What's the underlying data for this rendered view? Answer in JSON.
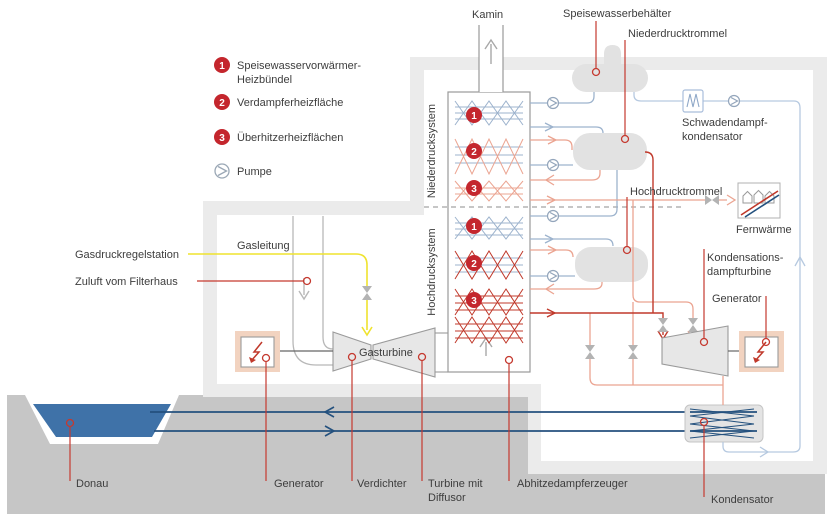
{
  "title": "GuD-Kraftwerk Schema (combined cycle power plant diagram)",
  "legend": {
    "items": [
      {
        "num": "1",
        "line1": "Speisewasservorwärmer-",
        "line2": "Heizbündel"
      },
      {
        "num": "2",
        "line1": "Verdampferheizfläche",
        "line2": ""
      },
      {
        "num": "3",
        "line1": "Überhitzerheizflächen",
        "line2": ""
      }
    ],
    "pump_label": "Pumpe"
  },
  "labels": {
    "kamin": "Kamin",
    "speisewasserbehaelter": "Speisewasserbehälter",
    "niederdrucktrommel": "Niederdrucktrommel",
    "schwadendampf_line1": "Schwadendampf-",
    "schwadendampf_line2": "kondensator",
    "hochdrucktrommel": "Hochdrucktrommel",
    "fernwaerme": "Fernwärme",
    "kondensationsdampfturbine_line1": "Kondensations-",
    "kondensationsdampfturbine_line2": "dampfturbine",
    "generator_right": "Generator",
    "gasdruckregelstation": "Gasdruckregelstation",
    "zuluft_vom_filterhaus": "Zuluft vom Filterhaus",
    "gasleitung": "Gasleitung",
    "gasturbine": "Gasturbine",
    "niederdrucksystem": "Niederdrucksystem",
    "hochdrucksystem": "Hochdrucksystem",
    "donau": "Donau",
    "generator_left": "Generator",
    "verdichter": "Verdichter",
    "turbine_mit_line1": "Turbine mit",
    "turbine_mit_line2": "Diffusor",
    "abhitzedampferzeuger": "Abhitzedampferzeuger",
    "kondensator": "Kondensator"
  },
  "badges": [
    "1",
    "2",
    "3",
    "1",
    "2",
    "3"
  ],
  "colors": {
    "accent_red": "#c4262d",
    "pipe_dark_red": "#c0392b",
    "pipe_salmon": "#eba491",
    "pipe_blue": "#9db3cd",
    "pipe_light_blue": "#b6c9e0",
    "cooling_dark_blue": "#24517e",
    "gas_yellow": "#efe32e",
    "wall_gray": "#ebebeb",
    "ground_gray": "#c6c6c6",
    "vessel_gray": "#e2e2e2",
    "water_blue": "#3f72a8"
  }
}
